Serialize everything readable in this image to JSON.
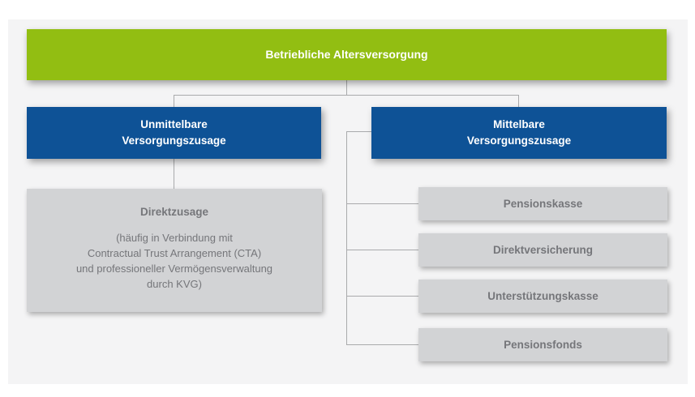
{
  "diagram": {
    "root": {
      "label": "Betriebliche Altersversorgung"
    },
    "left_branch": {
      "title_line1": "Unmittelbare",
      "title_line2": "Versorgungszusage",
      "child": {
        "title": "Direktzusage",
        "note_lines": [
          "(häufig in Verbindung mit",
          "Contractual Trust Arrangement (CTA)",
          "und professioneller Vermögensverwaltung",
          "durch KVG)"
        ]
      }
    },
    "right_branch": {
      "title_line1": "Mittelbare",
      "title_line2": "Versorgungszusage",
      "children": [
        "Pensionskasse",
        "Direktversicherung",
        "Unterstützungskasse",
        "Pensionsfonds"
      ]
    },
    "colors": {
      "root_green": "#92be12",
      "branch_blue": "#0e5296",
      "node_gray": "#d2d3d5",
      "canvas_bg": "#f4f4f5",
      "text_gray": "#75767a",
      "connector_gray": "#a9aaac",
      "text_white": "#ffffff"
    }
  }
}
